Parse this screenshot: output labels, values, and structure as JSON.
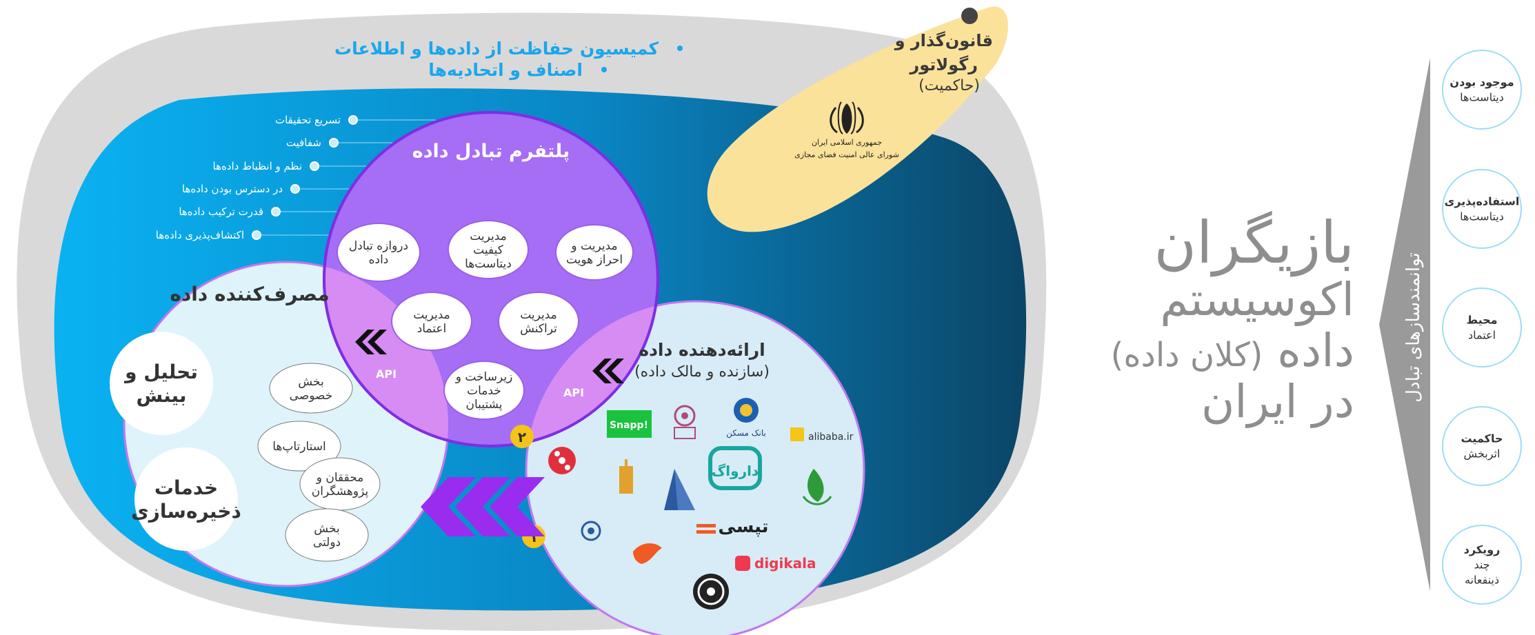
{
  "regulator": {
    "title_line1": "قانون‌گذار و",
    "title_line2": "رگولاتور",
    "title_line3": "(حاکمیت)",
    "logo_line1": "جمهوری اسلامی ایران",
    "logo_line2": "شورای عالی امنیت فضای مجازی"
  },
  "top_bullets": [
    "کمیسیون حفاظت از داده‌ها و اطلاعات",
    "اصناف و اتحادیه‌ها"
  ],
  "benefits": [
    "تسریع تحقیقات",
    "شفافیت",
    "نظم و انظباط داده‌ها",
    "در دسترس بودن داده‌ها",
    "قدرت ترکیب داده‌ها",
    "اکتشاف‌پذیری داده‌ها"
  ],
  "platform": {
    "title": "پلتفرم تبادل داده",
    "items": [
      {
        "lines": [
          "مدیریت و",
          "احراز هویت"
        ]
      },
      {
        "lines": [
          "مدیریت",
          "کیفیت",
          "دیتاست‌ها"
        ]
      },
      {
        "lines": [
          "دروازه تبادل",
          "داده"
        ]
      },
      {
        "lines": [
          "مدیریت",
          "تراکنش"
        ]
      },
      {
        "lines": [
          "مدیریت",
          "اعتماد"
        ]
      },
      {
        "lines": [
          "زیرساخت و",
          "خدمات",
          "پشتیبان"
        ]
      }
    ]
  },
  "consumer": {
    "title": "مصرف‌کننده داده",
    "big_items": [
      {
        "lines": [
          "تحلیل و",
          "بینش"
        ]
      },
      {
        "lines": [
          "خدمات",
          "ذخیره‌سازی"
        ]
      }
    ],
    "items": [
      {
        "lines": [
          "بخش",
          "خصوصی"
        ]
      },
      {
        "lines": [
          "استارتاپ‌ها"
        ]
      },
      {
        "lines": [
          "محققان و",
          "پژوهشگران"
        ]
      },
      {
        "lines": [
          "بخش",
          "دولتی"
        ]
      }
    ]
  },
  "provider": {
    "title": "ارائه‌دهنده داده",
    "subtitle": "(سازنده و مالک داده)",
    "logos": {
      "snapp": "Snapp!",
      "alibaba": "alibaba.ir",
      "tapsi": "تپسی",
      "digikala": "digikala",
      "darvag": "دارواگ",
      "bank": "بانک مسکن"
    }
  },
  "api_label": "API",
  "badges": [
    "۱",
    "۲"
  ],
  "side_title": {
    "line1": "بازیگران",
    "line2": "اکوسیستم",
    "line3_main": "داده",
    "line3_paren": "(کلان داده)",
    "line4": "در ایران"
  },
  "enablers": {
    "title": "توانمندسازهای تبادل",
    "items": [
      {
        "lines": [
          "موجود بودن",
          "دیتاست‌ها"
        ]
      },
      {
        "lines": [
          "استفاده‌پذیری",
          "دیتاست‌ها"
        ]
      },
      {
        "lines": [
          "محیط",
          "اعتماد"
        ]
      },
      {
        "lines": [
          "حاکمیت",
          "اثربخش"
        ]
      },
      {
        "lines": [
          "رویکرد",
          "چند",
          "ذینفعانه"
        ]
      }
    ]
  },
  "colors": {
    "outer_ellipse": "#d9d9d9",
    "blue_light": "#0ab2f2",
    "blue_dark": "#0b4f70",
    "purple": "#a56ef5",
    "consumer_fill": "#dff3fb",
    "provider_fill": "#d7ecf6",
    "regulator_fill": "#fbe29a",
    "badge": "#f5c418",
    "arrow": "#9a2cf0",
    "top_text": "#1aa6ec"
  }
}
